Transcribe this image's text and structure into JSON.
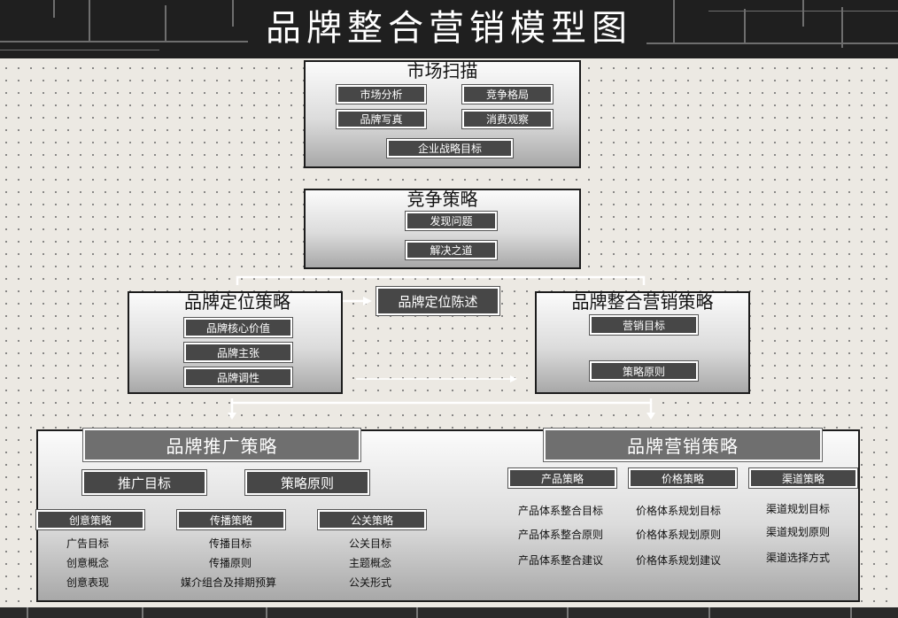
{
  "title": "品牌整合营销模型图",
  "market_scan": {
    "title": "市场扫描",
    "items": [
      "市场分析",
      "竞争格局",
      "品牌写真",
      "消费观察",
      "企业战略目标"
    ]
  },
  "competition": {
    "title": "竞争策略",
    "items": [
      "发现问题",
      "解决之道"
    ]
  },
  "positioning": {
    "title": "品牌定位策略",
    "items": [
      "品牌核心价值",
      "品牌主张",
      "品牌调性"
    ],
    "statement": "品牌定位陈述"
  },
  "imc": {
    "title": "品牌整合营销策略",
    "items": [
      "营销目标",
      "策略原则"
    ]
  },
  "promotion": {
    "title": "品牌推广策略",
    "goal": "推广目标",
    "principle": "策略原则",
    "creative": {
      "title": "创意策略",
      "items": [
        "广告目标",
        "创意概念",
        "创意表现"
      ]
    },
    "spread": {
      "title": "传播策略",
      "items": [
        "传播目标",
        "传播原则",
        "媒介组合及排期预算"
      ]
    },
    "pr": {
      "title": "公关策略",
      "items": [
        "公关目标",
        "主题概念",
        "公关形式"
      ]
    }
  },
  "marketing": {
    "title": "品牌营销策略",
    "product": {
      "title": "产品策略",
      "items": [
        "产品体系整合目标",
        "产品体系整合原则",
        "产品体系整合建议"
      ]
    },
    "price": {
      "title": "价格策略",
      "items": [
        "价格体系规划目标",
        "价格体系规划原则",
        "价格体系规划建议"
      ]
    },
    "channel": {
      "title": "渠道策略",
      "items": [
        "渠道规划目标",
        "渠道规划原则",
        "渠道选择方式"
      ]
    }
  }
}
